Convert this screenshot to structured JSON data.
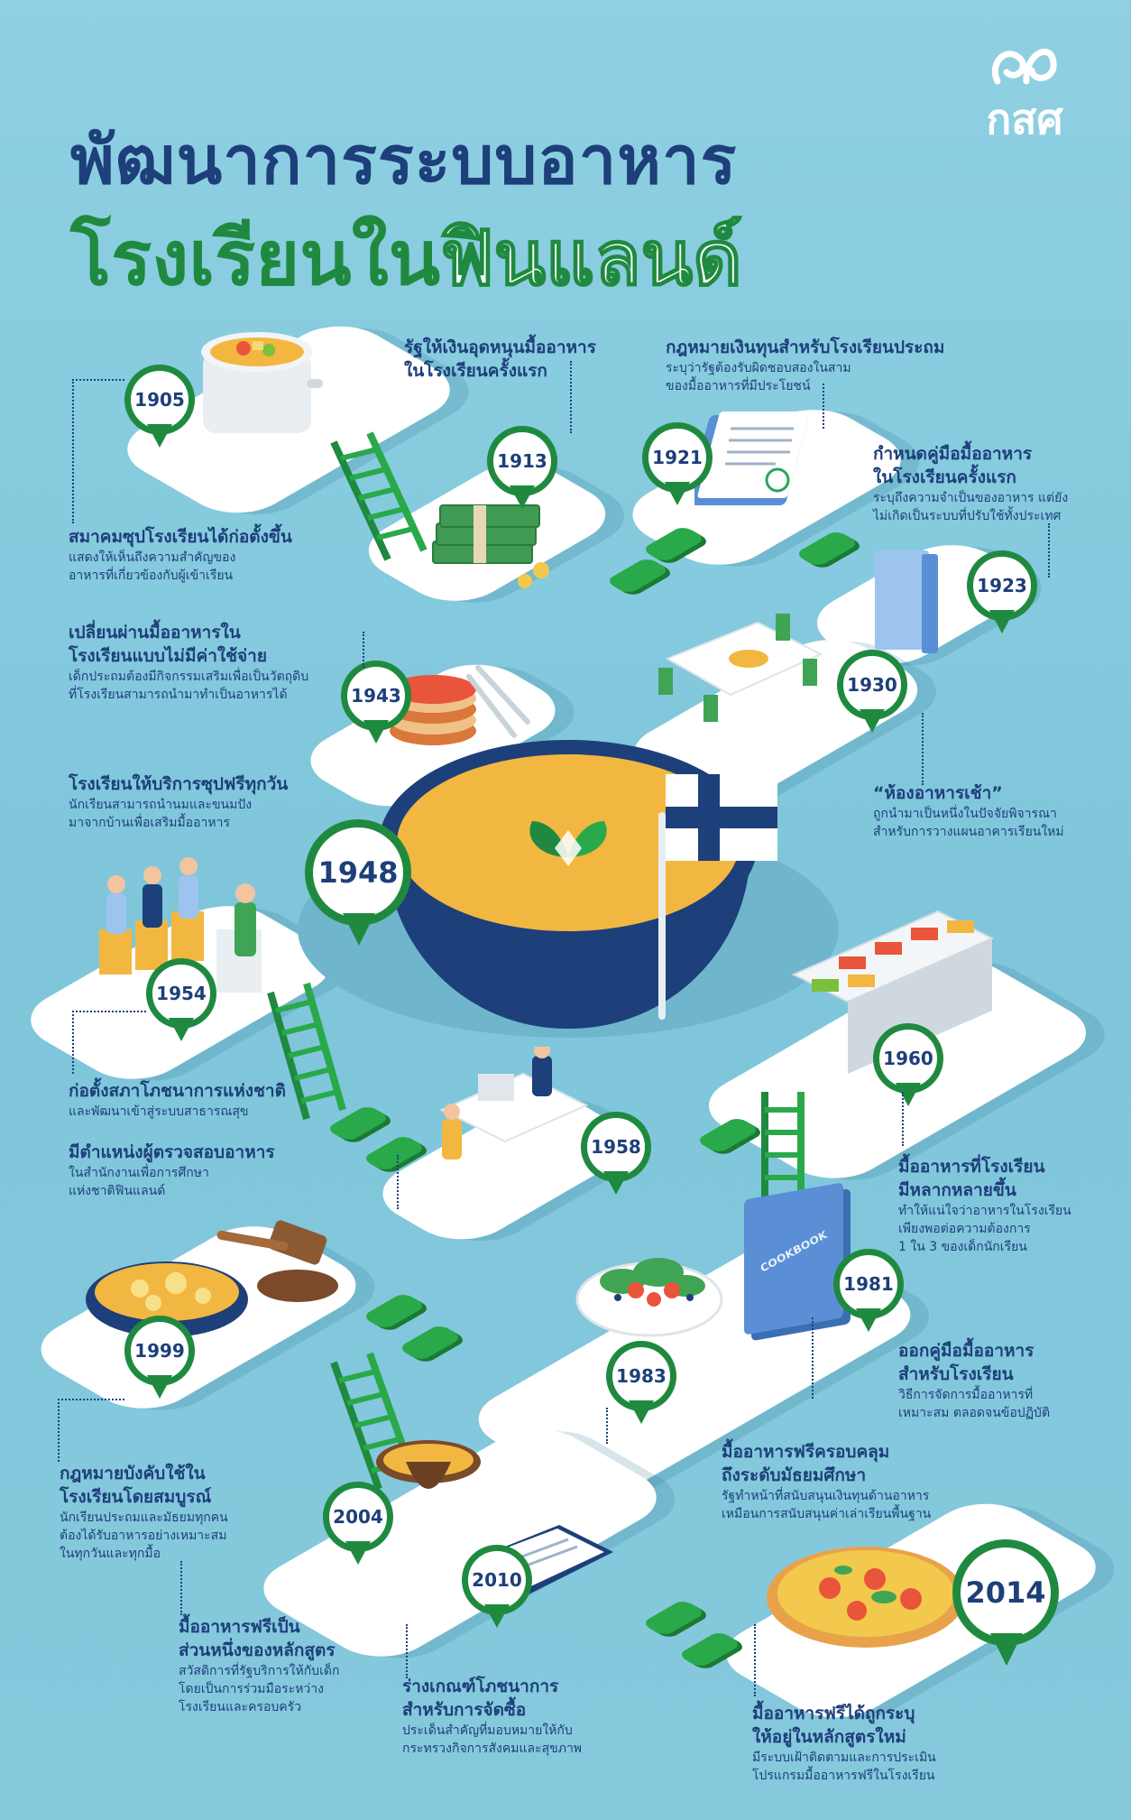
{
  "logo": {
    "text": "กสศ"
  },
  "title": {
    "line1": "พัฒนาการระบบอาหาร",
    "line2_a": "โรงเรียนใน",
    "line2_b": "ฟินแลนด์"
  },
  "events": [
    {
      "year": "1905",
      "heading": "สมาคมซุปโรงเรียนได้ก่อตั้งขึ้น",
      "desc": [
        "แสดงให้เห็นถึงความสำคัญของ",
        "อาหารที่เกี่ยวข้องกับผู้เข้าเรียน"
      ]
    },
    {
      "year": "1913",
      "heading": [
        "รัฐให้เงินอุดหนุนมื้ออาหาร",
        "ในโรงเรียนครั้งแรก"
      ],
      "desc": []
    },
    {
      "year": "1921",
      "heading": "กฎหมายเงินทุนสำหรับโรงเรียนประถม",
      "desc": [
        "ระบุว่ารัฐต้องรับผิดชอบสองในสาม",
        "ของมื้ออาหารที่มีประโยชน์"
      ]
    },
    {
      "year": "1923",
      "heading": [
        "กำหนดคู่มือมื้ออาหาร",
        "ในโรงเรียนครั้งแรก"
      ],
      "desc": [
        "ระบุถึงความจำเป็นของอาหาร แต่ยัง",
        "ไม่เกิดเป็นระบบที่ปรับใช้ทั้งประเทศ"
      ]
    },
    {
      "year": "1930",
      "heading": "“ห้องอาหารเช้า”",
      "desc": [
        "ถูกนำมาเป็นหนึ่งในปัจจัยพิจารณา",
        "สำหรับการวางแผนอาคารเรียนใหม่"
      ]
    },
    {
      "year": "1943",
      "heading": [
        "เปลี่ยนผ่านมื้ออาหารใน",
        "โรงเรียนแบบไม่มีค่าใช้จ่าย"
      ],
      "desc": [
        "เด็กประถมต้องมีกิจกรรมเสริมเพื่อเป็นวัตถุดิบ",
        "ที่โรงเรียนสามารถนำมาทำเป็นอาหารได้"
      ]
    },
    {
      "year": "1948",
      "heading": "โรงเรียนให้บริการซุปฟรีทุกวัน",
      "desc": [
        "นักเรียนสามารถนำนมและขนมปัง",
        "มาจากบ้านเพื่อเสริมมื้ออาหาร"
      ]
    },
    {
      "year": "1954",
      "heading": "ก่อตั้งสภาโภชนาการแห่งชาติ",
      "desc": [
        "และพัฒนาเข้าสู่ระบบสาธารณสุข"
      ]
    },
    {
      "year": "1958",
      "heading": "มีตำแหน่งผู้ตรวจสอบอาหาร",
      "desc": [
        "ในสำนักงานเพื่อการศึกษา",
        "แห่งชาติฟินแลนด์"
      ]
    },
    {
      "year": "1960",
      "heading": [
        "มื้ออาหารที่โรงเรียน",
        "มีหลากหลายขึ้น"
      ],
      "desc": [
        "ทำให้แน่ใจว่าอาหารในโรงเรียน",
        "เพียงพอต่อความต้องการ",
        "1 ใน 3 ของเด็กนักเรียน"
      ]
    },
    {
      "year": "1981",
      "heading": [
        "ออกคู่มือมื้ออาหาร",
        "สำหรับโรงเรียน"
      ],
      "desc": [
        "วิธีการจัดการมื้ออาหารที่",
        "เหมาะสม ตลอดจนข้อปฏิบัติ"
      ]
    },
    {
      "year": "1983",
      "heading": [
        "มื้ออาหารฟรีครอบคลุม",
        "ถึงระดับมัธยมศึกษา"
      ],
      "desc": [
        "รัฐทำหน้าที่สนับสนุนเงินทุนด้านอาหาร",
        "เหมือนการสนับสนุนค่าเล่าเรียนพื้นฐาน"
      ]
    },
    {
      "year": "1999",
      "heading": [
        "กฎหมายบังคับใช้ใน",
        "โรงเรียนโดยสมบูรณ์"
      ],
      "desc": [
        "นักเรียนประถมและมัธยมทุกคน",
        "ต้องได้รับอาหารอย่างเหมาะสม",
        "ในทุกวันและทุกมื้อ"
      ]
    },
    {
      "year": "2004",
      "heading": [
        "มื้ออาหารฟรีเป็น",
        "ส่วนหนึ่งของหลักสูตร"
      ],
      "desc": [
        "สวัสดิการที่รัฐบริการให้กับเด็ก",
        "โดยเป็นการร่วมมือระหว่าง",
        "โรงเรียนและครอบครัว"
      ]
    },
    {
      "year": "2010",
      "heading": [
        "ร่างเกณฑ์โภชนาการ",
        "สำหรับการจัดซื้อ"
      ],
      "desc": [
        "ประเด็นสำคัญที่มอบหมายให้กับ",
        "กระทรวงกิจการสังคมและสุขภาพ"
      ]
    },
    {
      "year": "2014",
      "heading": [
        "มื้ออาหารฟรีได้ถูกระบุ",
        "ให้อยู่ในหลักสูตรใหม่"
      ],
      "desc": [
        "มีระบบเฝ้าติดตามและการประเมิน",
        "โปรแกรมมื้ออาหารฟรีในโรงเรียน"
      ]
    }
  ],
  "icons": {
    "cookbook": "COOKBOOK"
  },
  "colors": {
    "navy": "#1d3f7a",
    "green": "#1f8a3f",
    "bg": "#86c9dd",
    "soup": "#f2b740"
  }
}
